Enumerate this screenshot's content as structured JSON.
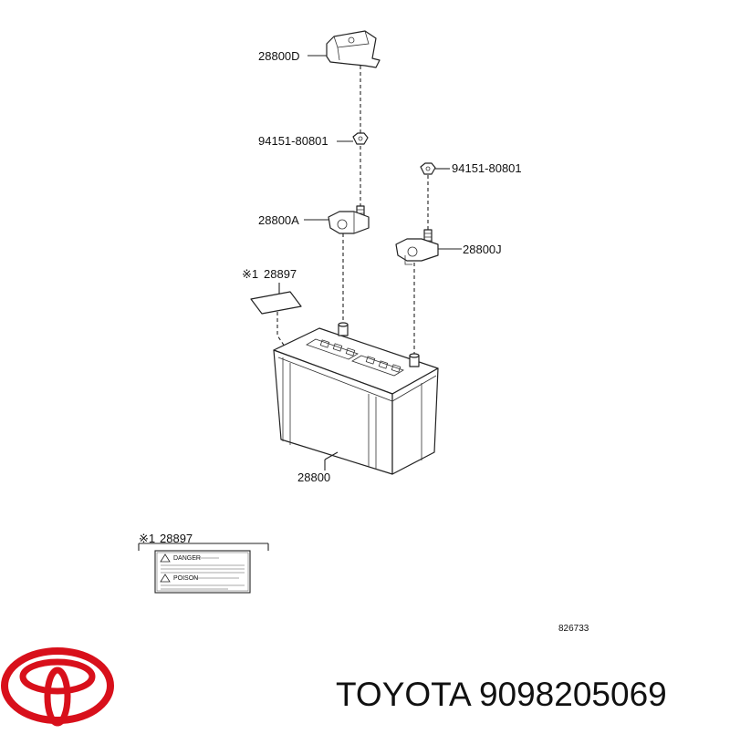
{
  "diagram": {
    "parts": {
      "cover": "28800D",
      "nut_left": "94151-80801",
      "nut_right": "94151-80801",
      "clamp_neg": "28800A",
      "clamp_pos": "28800J",
      "label_top_mark": "※1",
      "label_top": "28897",
      "battery": "28800",
      "label_bottom_mark": "※1",
      "label_bottom": "28897"
    },
    "caution_label": {
      "danger": "DANGER",
      "poison": "POISON"
    },
    "reference": "826733"
  },
  "brand": {
    "logo": "toyota-logo",
    "text": "TOYOTA 9098205069",
    "color": "#d8101b"
  }
}
